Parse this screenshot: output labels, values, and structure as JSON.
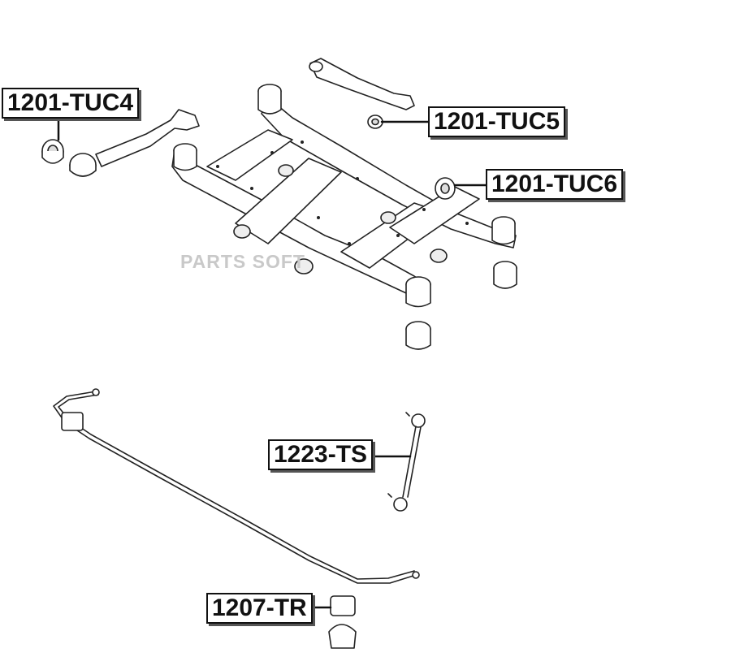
{
  "labels": {
    "tuc4": "1201-TUC4",
    "tuc5": "1201-TUC5",
    "tuc6": "1201-TUC6",
    "ts": "1223-TS",
    "tr": "1207-TR"
  },
  "watermark": "PARTS  SOFT",
  "colors": {
    "line": "#222222",
    "part_fill": "#ffffff",
    "shade": "#e6e6e6"
  }
}
